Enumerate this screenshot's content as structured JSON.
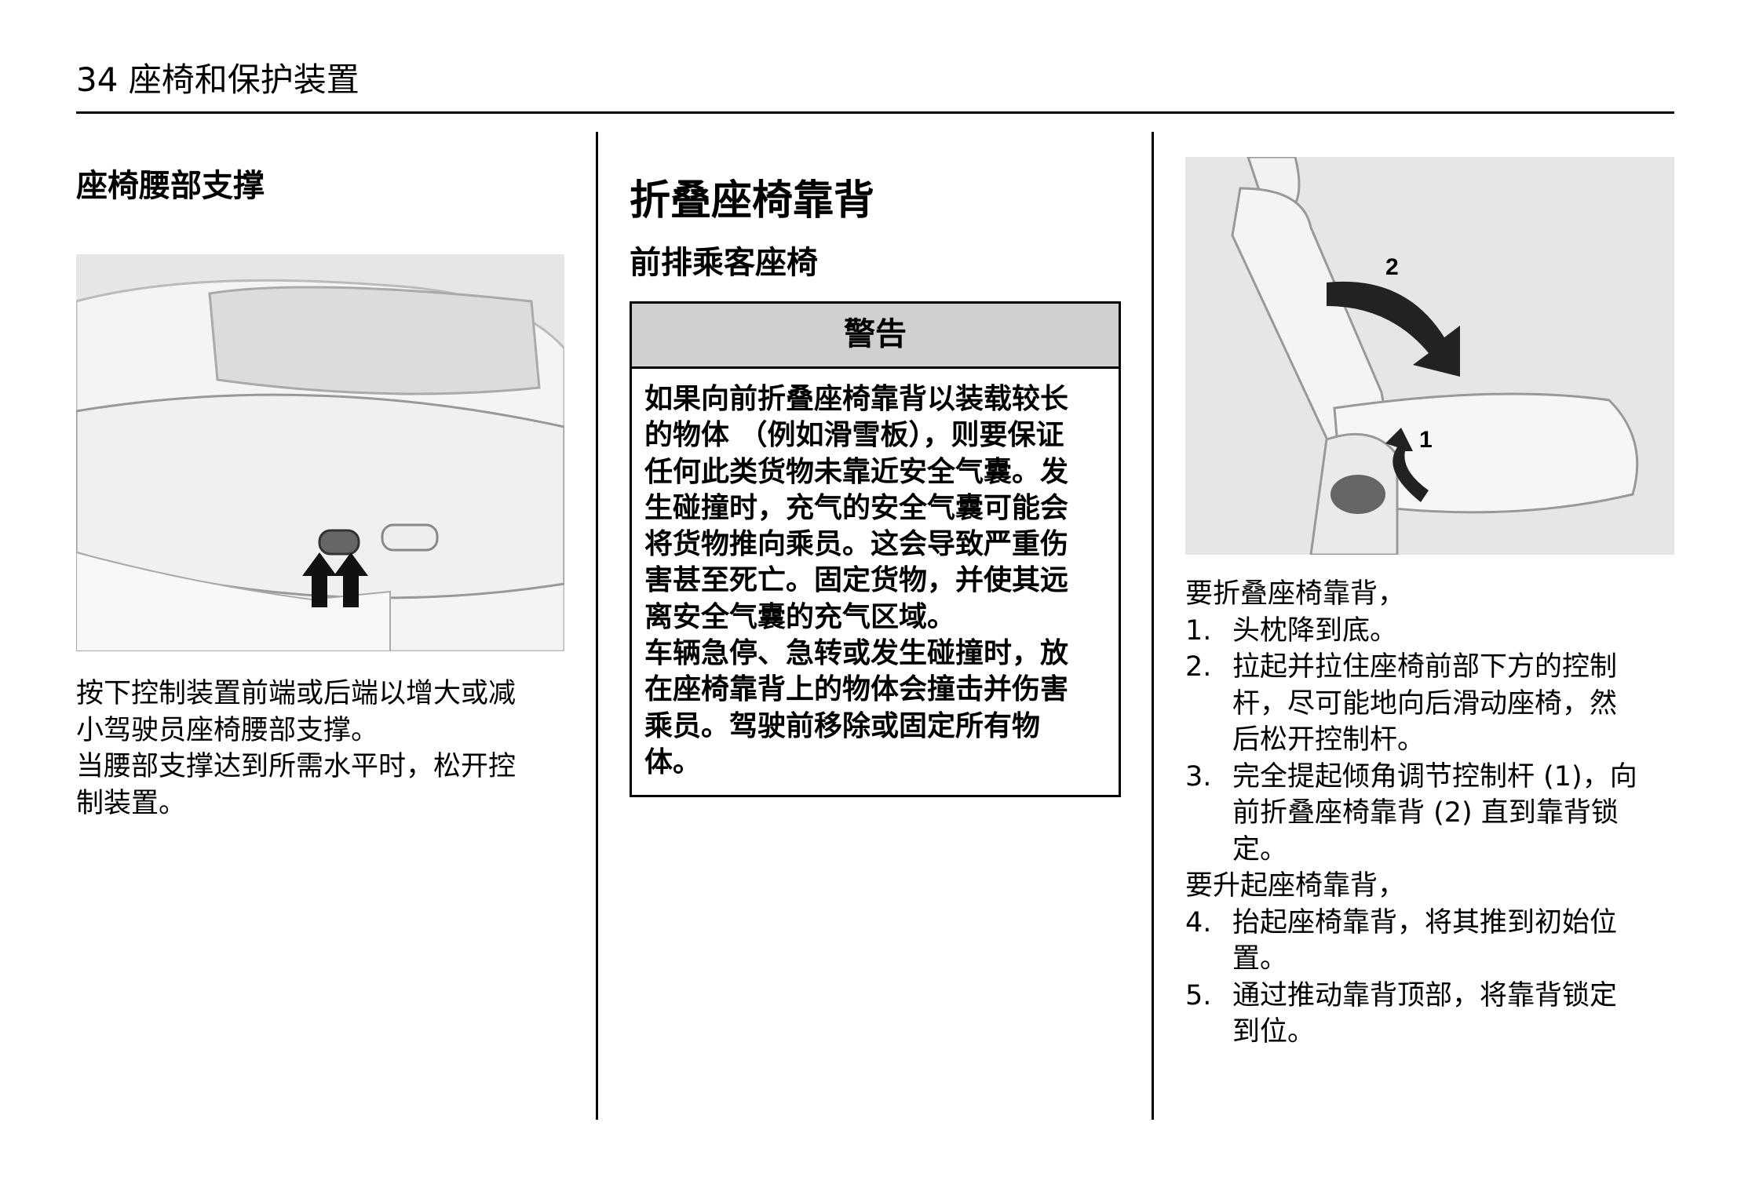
{
  "header": {
    "page_title": "34 座椅和保护装置"
  },
  "left": {
    "heading": "座椅腰部支撑",
    "lines": [
      "按下控制装置前端或后端以增大或减",
      "小驾驶员座椅腰部支撑。",
      "当腰部支撑达到所需水平时，松开控",
      "制装置。"
    ]
  },
  "middle": {
    "title": "折叠座椅靠背",
    "subtitle": "前排乘客座椅",
    "warning_title": "警告",
    "warning_lines": [
      "如果向前折叠座椅靠背以装载较长",
      "的物体 （例如滑雪板），则要保证",
      "任何此类货物未靠近安全气囊。发",
      "生碰撞时，充气的安全气囊可能会",
      "将货物推向乘员。这会导致严重伤",
      "害甚至死亡。固定货物，并使其远",
      "离安全气囊的充气区域。",
      "车辆急停、急转或发生碰撞时，放",
      "在座椅靠背上的物体会撞击并伤害",
      "乘员。驾驶前移除或固定所有物",
      "体。"
    ]
  },
  "right": {
    "figure_labels": [
      "1",
      "2"
    ],
    "intro_fold": "要折叠座椅靠背，",
    "steps_fold": [
      {
        "num": "1.",
        "lines": [
          "头枕降到底。"
        ]
      },
      {
        "num": "2.",
        "lines": [
          "拉起并拉住座椅前部下方的控制",
          "杆，尽可能地向后滑动座椅，然",
          "后松开控制杆。"
        ]
      },
      {
        "num": "3.",
        "lines": [
          "完全提起倾角调节控制杆 (1)，向",
          "前折叠座椅靠背 (2) 直到靠背锁",
          "定。"
        ]
      }
    ],
    "intro_raise": "要升起座椅靠背，",
    "steps_raise": [
      {
        "num": "4.",
        "lines": [
          "抬起座椅靠背，将其推到初始位",
          "置。"
        ]
      },
      {
        "num": "5.",
        "lines": [
          "通过推动靠背顶部，将靠背锁定",
          "到位。"
        ]
      }
    ]
  }
}
